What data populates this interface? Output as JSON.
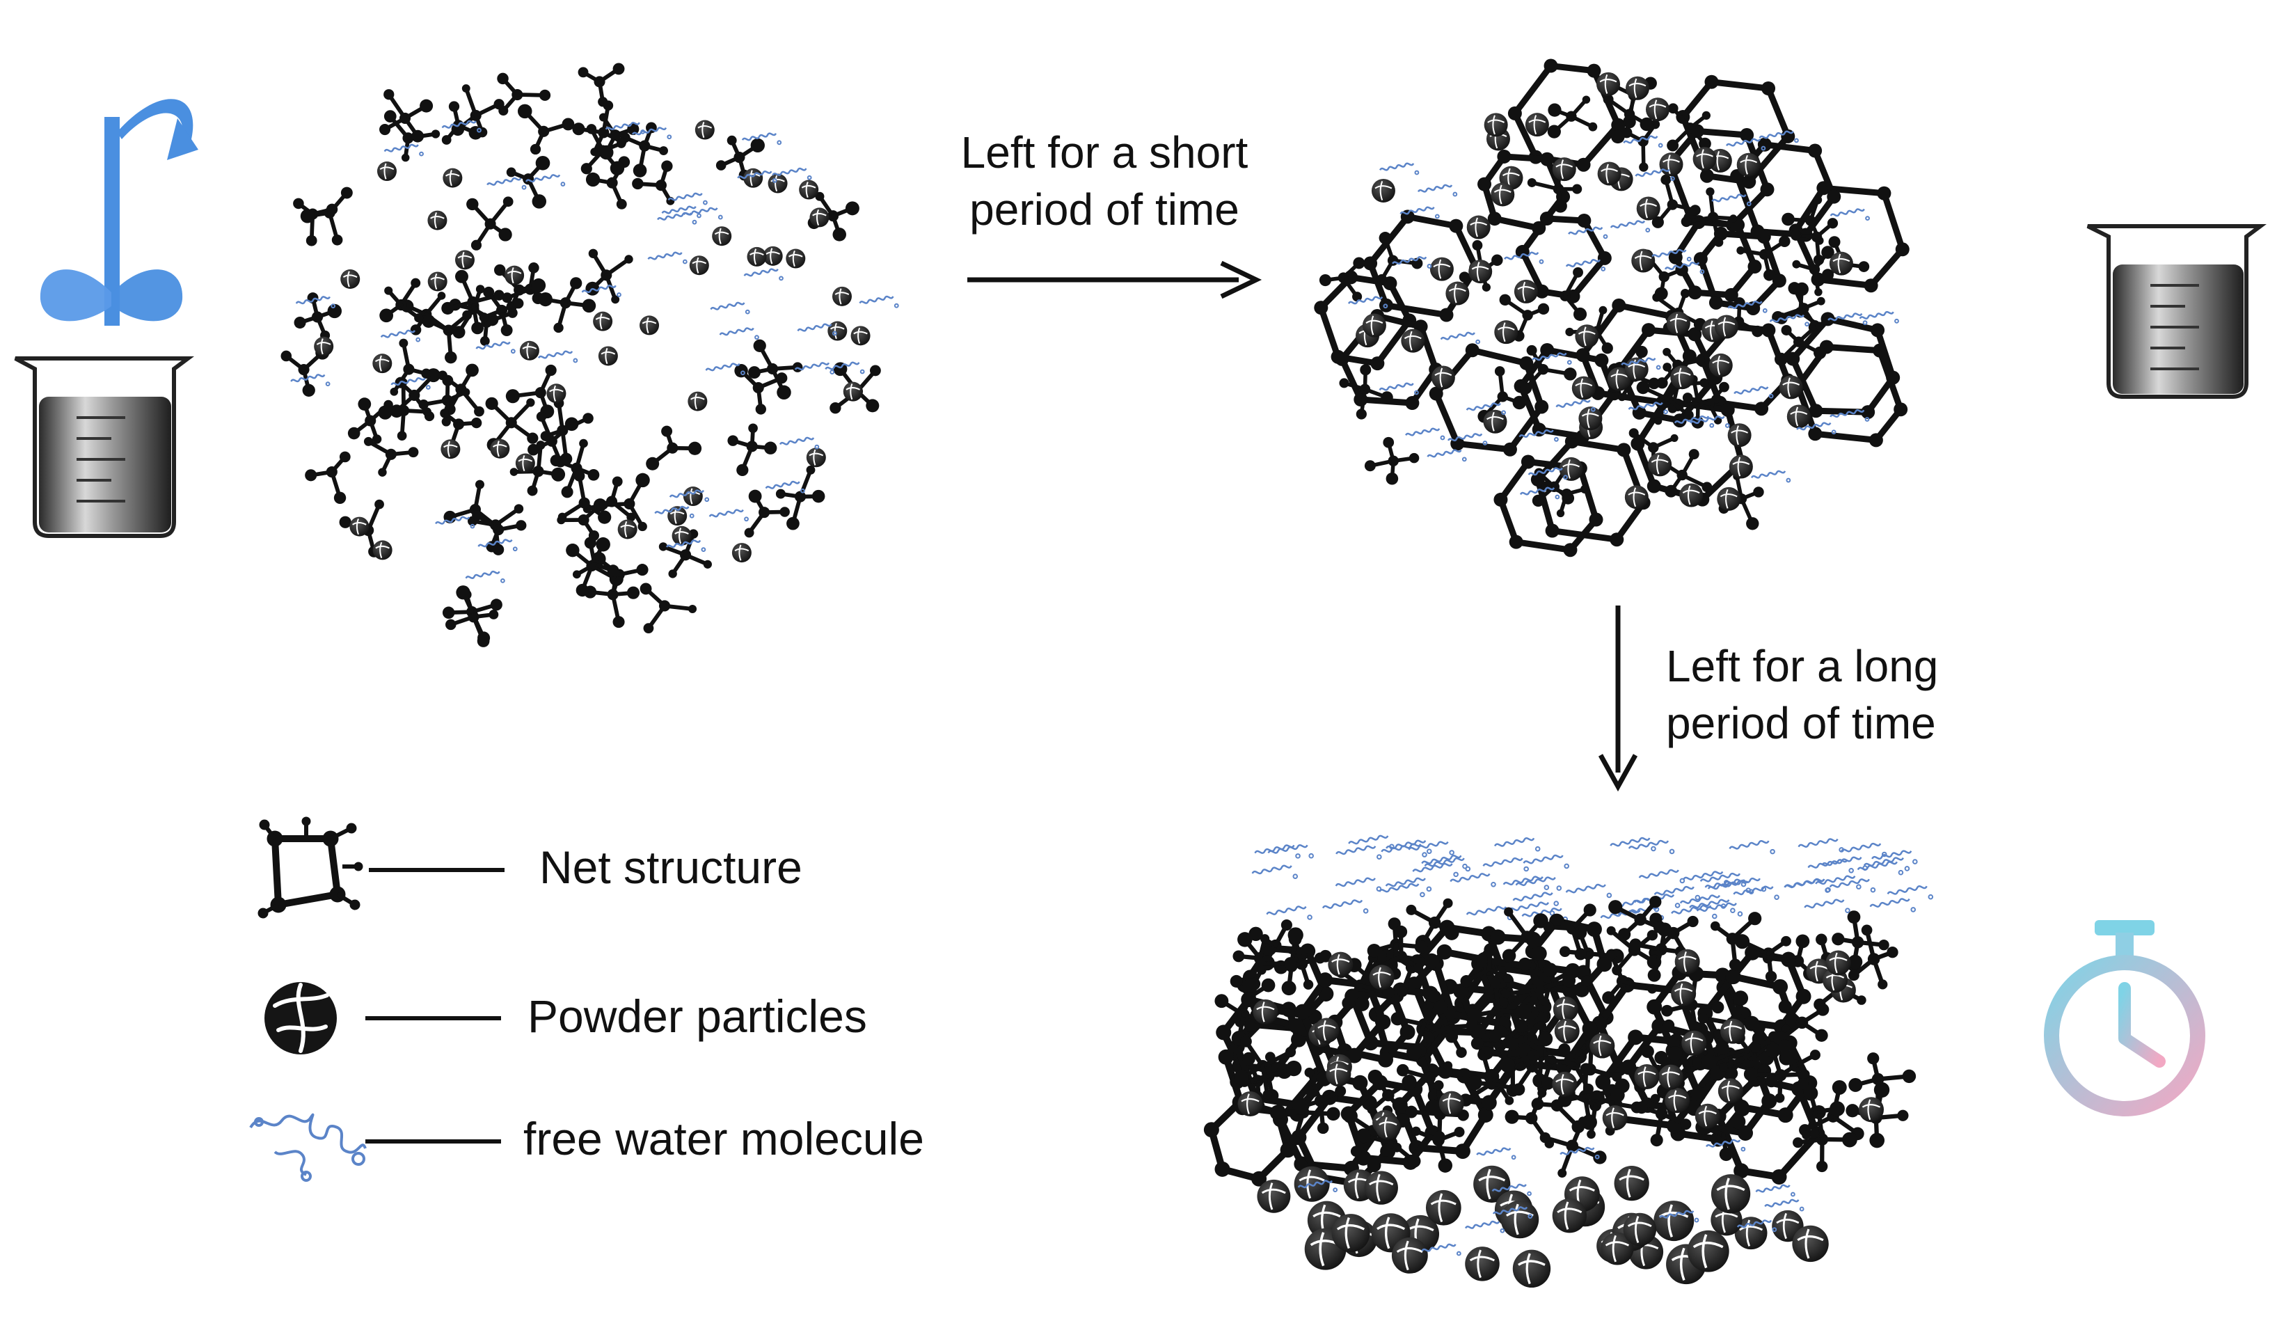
{
  "steps": {
    "short": {
      "line1": "Left for a short",
      "line2": "period of time"
    },
    "long": {
      "line1": "Left for a long",
      "line2": "period of time"
    }
  },
  "legend": {
    "net": "Net structure",
    "powder": "Powder particles",
    "water": "free water molecule"
  },
  "colors": {
    "ink": "#111111",
    "stirrer": "#4a8fe0",
    "water": "#5b84c8",
    "timer_start": "#7fd3e6",
    "timer_end": "#f2a8c3"
  },
  "icons": [
    "stirrer-icon",
    "beaker-icon",
    "stopwatch-icon",
    "net-structure-icon",
    "powder-particle-icon",
    "water-molecule-icon"
  ]
}
